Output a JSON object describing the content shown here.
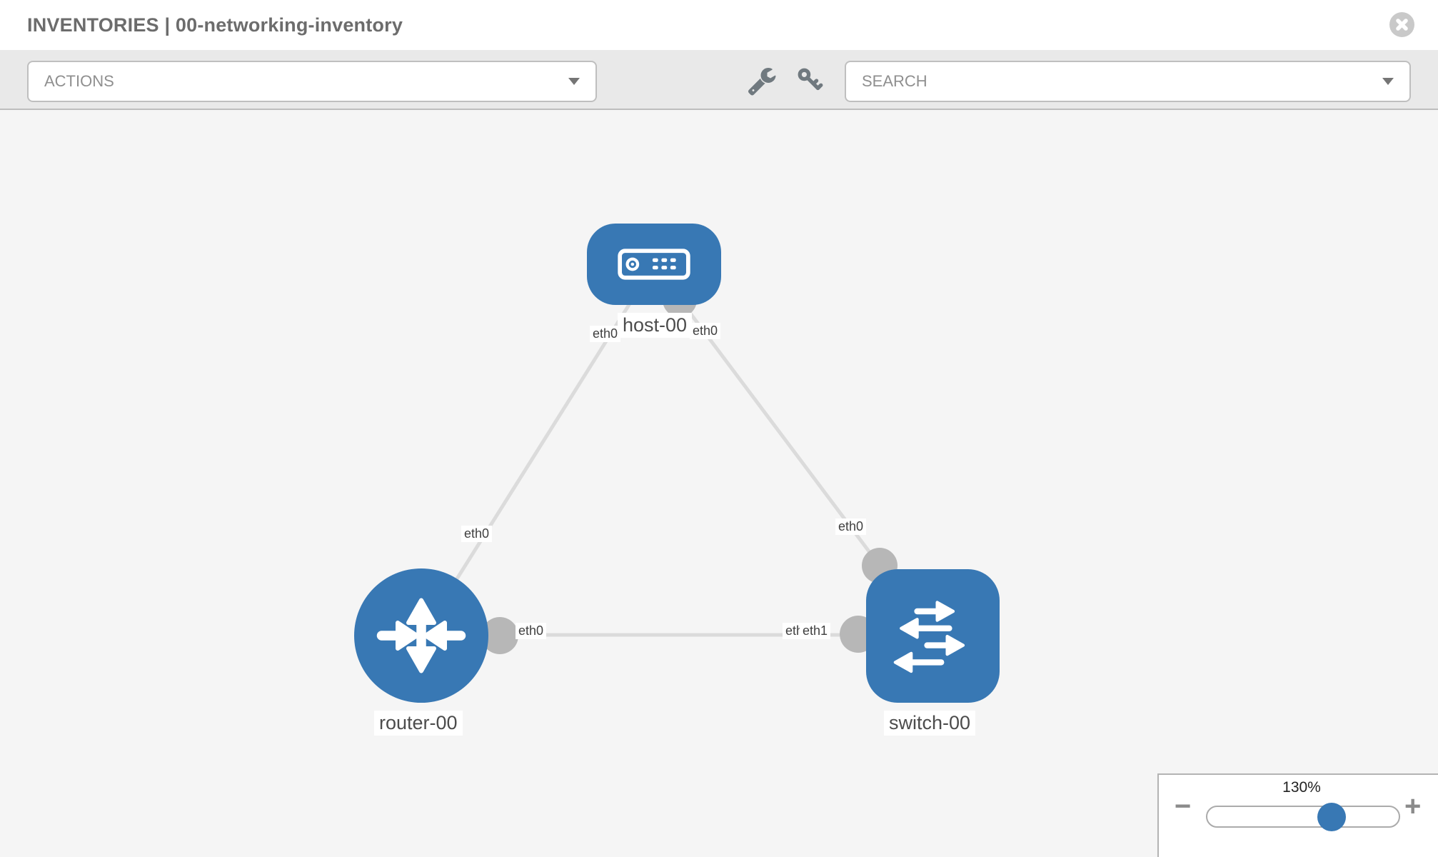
{
  "header": {
    "title": "INVENTORIES | 00-networking-inventory"
  },
  "toolbar": {
    "actions_label": "ACTIONS",
    "search_label": "SEARCH",
    "icons": [
      "wrench-icon",
      "key-icon"
    ]
  },
  "topology": {
    "nodes": [
      {
        "label": "host-00",
        "type": "host"
      },
      {
        "label": "router-00",
        "type": "router"
      },
      {
        "label": "switch-00",
        "type": "switch"
      }
    ],
    "links": [
      {
        "from": "host-00",
        "to": "router-00"
      },
      {
        "from": "host-00",
        "to": "switch-00"
      },
      {
        "from": "router-00",
        "to": "switch-00"
      }
    ],
    "interface_labels": {
      "host_left": "eth0",
      "host_right": "eth0",
      "router_top": "eth0",
      "router_right": "eth0",
      "switch_top": "eth0",
      "switch_left_under": "eth1",
      "switch_left": "eth1"
    }
  },
  "zoom_control": {
    "level": "130%",
    "minus_label": "−",
    "plus_label": "+"
  },
  "colors": {
    "node_blue": "#3878b4",
    "connector_gray": "#b7b7b7",
    "link_gray": "#dbdbdb",
    "canvas_bg": "#f5f5f5",
    "toolbar_bg": "#e9e9e9"
  }
}
